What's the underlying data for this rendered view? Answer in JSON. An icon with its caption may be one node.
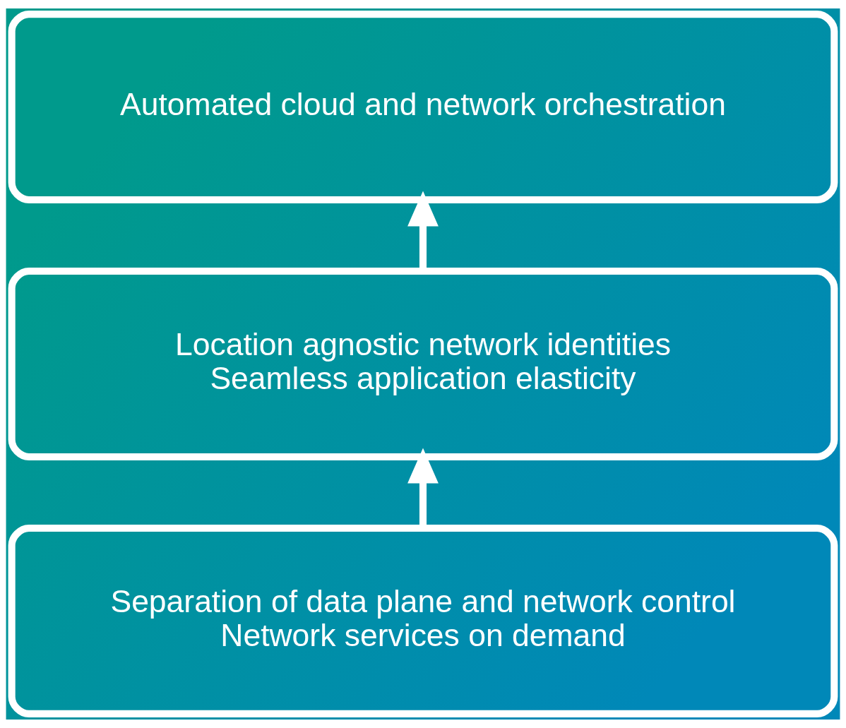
{
  "diagram": {
    "nodes": [
      {
        "text": [
          "Automated cloud and network orchestration"
        ]
      },
      {
        "text": [
          "Location agnostic network identities",
          "Seamless application elasticity"
        ]
      },
      {
        "text": [
          "Separation of data plane and network control",
          "Network services on demand"
        ]
      }
    ],
    "edges": [
      {
        "from": 2,
        "to": 1,
        "arrow": "to"
      },
      {
        "from": 1,
        "to": 0,
        "arrow": "to"
      }
    ]
  }
}
